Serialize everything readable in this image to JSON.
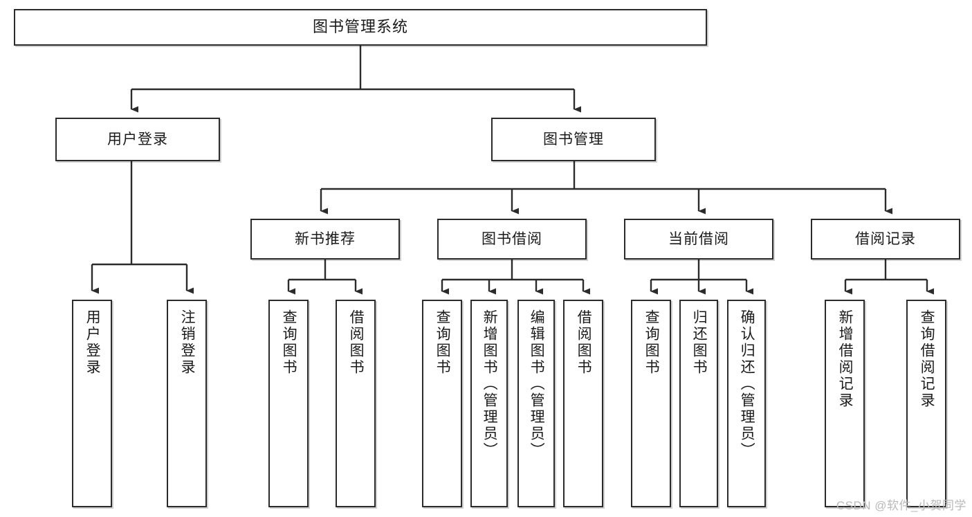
{
  "diagram": {
    "title": "图书管理系统",
    "type": "tree-hierarchy-chart",
    "stroke_color": "#2b2b2b",
    "background_color": "#ffffff",
    "levels": {
      "level1": [
        "图书管理系统"
      ],
      "level2": [
        "用户登录",
        "图书管理"
      ],
      "level3": [
        "新书推荐",
        "图书借阅",
        "当前借阅",
        "借阅记录"
      ],
      "level4": [
        "用户登录",
        "注销登录",
        "查询图书",
        "借阅图书",
        "查询图书",
        "新增图书（管理员）",
        "编辑图书（管理员）",
        "借阅图书",
        "查询图书",
        "归还图书",
        "确认归还（管理员）",
        "新增借阅记录",
        "查询借阅记录"
      ]
    },
    "nodes": {
      "root": {
        "label": "图书管理系统"
      },
      "user_login": {
        "label": "用户登录"
      },
      "book_manage": {
        "label": "图书管理"
      },
      "new_book_rec": {
        "label": "新书推荐"
      },
      "book_borrow": {
        "label": "图书借阅"
      },
      "current_borrow": {
        "label": "当前借阅"
      },
      "borrow_record": {
        "label": "借阅记录"
      },
      "leaf_user_login": {
        "label": "用户登录"
      },
      "leaf_logout": {
        "label": "注销登录"
      },
      "leaf_query_book_1": {
        "label": "查询图书"
      },
      "leaf_borrow_book_1": {
        "label": "借阅图书"
      },
      "leaf_query_book_2": {
        "label": "查询图书"
      },
      "leaf_add_book_admin": {
        "label": "新增图书（管理员）"
      },
      "leaf_edit_book_admin": {
        "label": "编辑图书（管理员）"
      },
      "leaf_borrow_book_2": {
        "label": "借阅图书"
      },
      "leaf_query_book_3": {
        "label": "查询图书"
      },
      "leaf_return_book": {
        "label": "归还图书"
      },
      "leaf_confirm_return_admin": {
        "label": "确认归还（管理员）"
      },
      "leaf_add_borrow_record": {
        "label": "新增借阅记录"
      },
      "leaf_query_borrow_record": {
        "label": "查询借阅记录"
      }
    }
  },
  "watermark": {
    "text": "CSDN @软件_小贺同学"
  }
}
